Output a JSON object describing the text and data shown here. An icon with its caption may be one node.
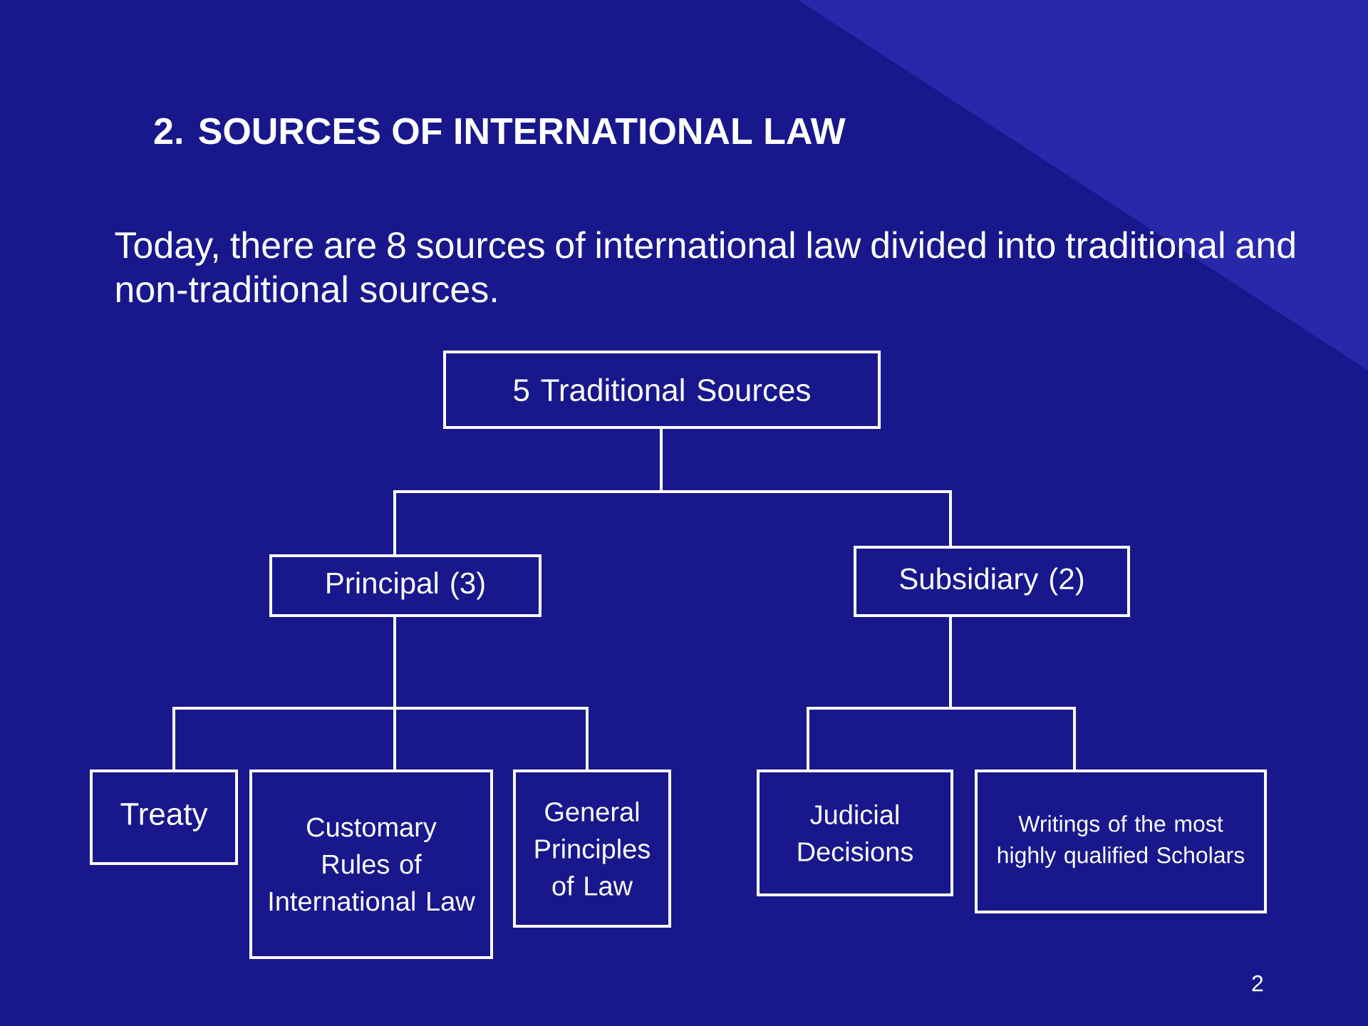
{
  "diagram": {
    "title": "2. SOURCES OF INTERNATIONAL LAW",
    "nodes": [
      {
        "text": [
          "5 Traditional Sources"
        ]
      },
      {
        "text": [
          "Principal (3)"
        ]
      },
      {
        "text": [
          "Subsidiary (2)"
        ]
      },
      {
        "text": [
          "Treaty"
        ]
      },
      {
        "text": [
          "Customary Rules of International Law"
        ]
      },
      {
        "text": [
          "General Principles of Law"
        ]
      },
      {
        "text": [
          "Judicial Decisions"
        ]
      },
      {
        "text": [
          "Writings of the most highly qualified Scholars"
        ]
      }
    ],
    "edges": [
      {
        "from": 0,
        "to": 1,
        "arrow": "none"
      },
      {
        "from": 0,
        "to": 2,
        "arrow": "none"
      },
      {
        "from": 1,
        "to": 3,
        "arrow": "none"
      },
      {
        "from": 1,
        "to": 4,
        "arrow": "none"
      },
      {
        "from": 1,
        "to": 5,
        "arrow": "none"
      },
      {
        "from": 2,
        "to": 6,
        "arrow": "none"
      },
      {
        "from": 2,
        "to": 7,
        "arrow": "none"
      }
    ],
    "labels": [
      "Today, there are 8 sources of international law divided into traditional and non-traditional sources.",
      "2"
    ]
  }
}
